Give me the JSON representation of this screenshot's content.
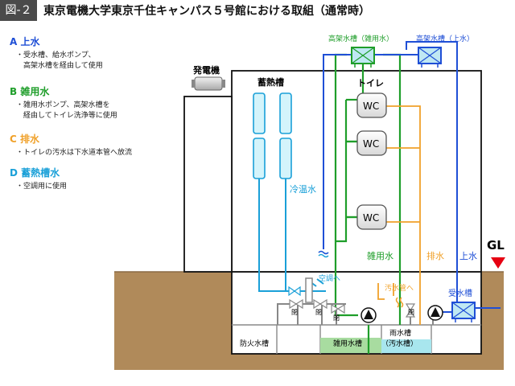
{
  "figure_label": "図-２",
  "title": "東京電機大学東京千住キャンパス５号館における取組（通常時）",
  "colors": {
    "supply": "#1f4fd6",
    "reuse": "#1f9e2a",
    "drain": "#f0a12a",
    "storage": "#1aa0d8",
    "ground": "#b08a5a",
    "ground_dark": "#8a6a44"
  },
  "legend": [
    {
      "key": "A",
      "title": "上水",
      "text": "・受水槽、給水ポンプ、\n　高架水槽を経由して使用",
      "color": "#1f4fd6"
    },
    {
      "key": "B",
      "title": "雑用水",
      "text": "・雑用水ポンプ、高架水槽を\n　経由してトイレ洗浄等に使用",
      "color": "#1f9e2a"
    },
    {
      "key": "C",
      "title": "排水",
      "text": "・トイレの汚水は下水道本管へ放流",
      "color": "#f0a12a"
    },
    {
      "key": "D",
      "title": "蓄熱槽水",
      "text": "・空調用に使用",
      "color": "#1aa0d8"
    }
  ],
  "labels": {
    "generator": "発電機",
    "thermal_storage": "蓄熱槽",
    "toilet": "トイレ",
    "wc": "WC",
    "elevated_tank_gray": "高架水槽（雑用水）",
    "elevated_tank_supply": "高架水槽（上水）",
    "cold_hot_water": "冷温水",
    "gray_water": "雑用水",
    "drainage": "排水",
    "tap_water": "上水",
    "gl": "GL",
    "to_ac": "空調へ",
    "to_sewer": "汚水管へ",
    "closed": "閉",
    "receiving_tank": "受水槽",
    "fire_tank": "防火水槽",
    "gray_tank": "雑用水槽",
    "rain_tank": "雨水槽",
    "rain_tank_sub": "（汚水槽）"
  }
}
